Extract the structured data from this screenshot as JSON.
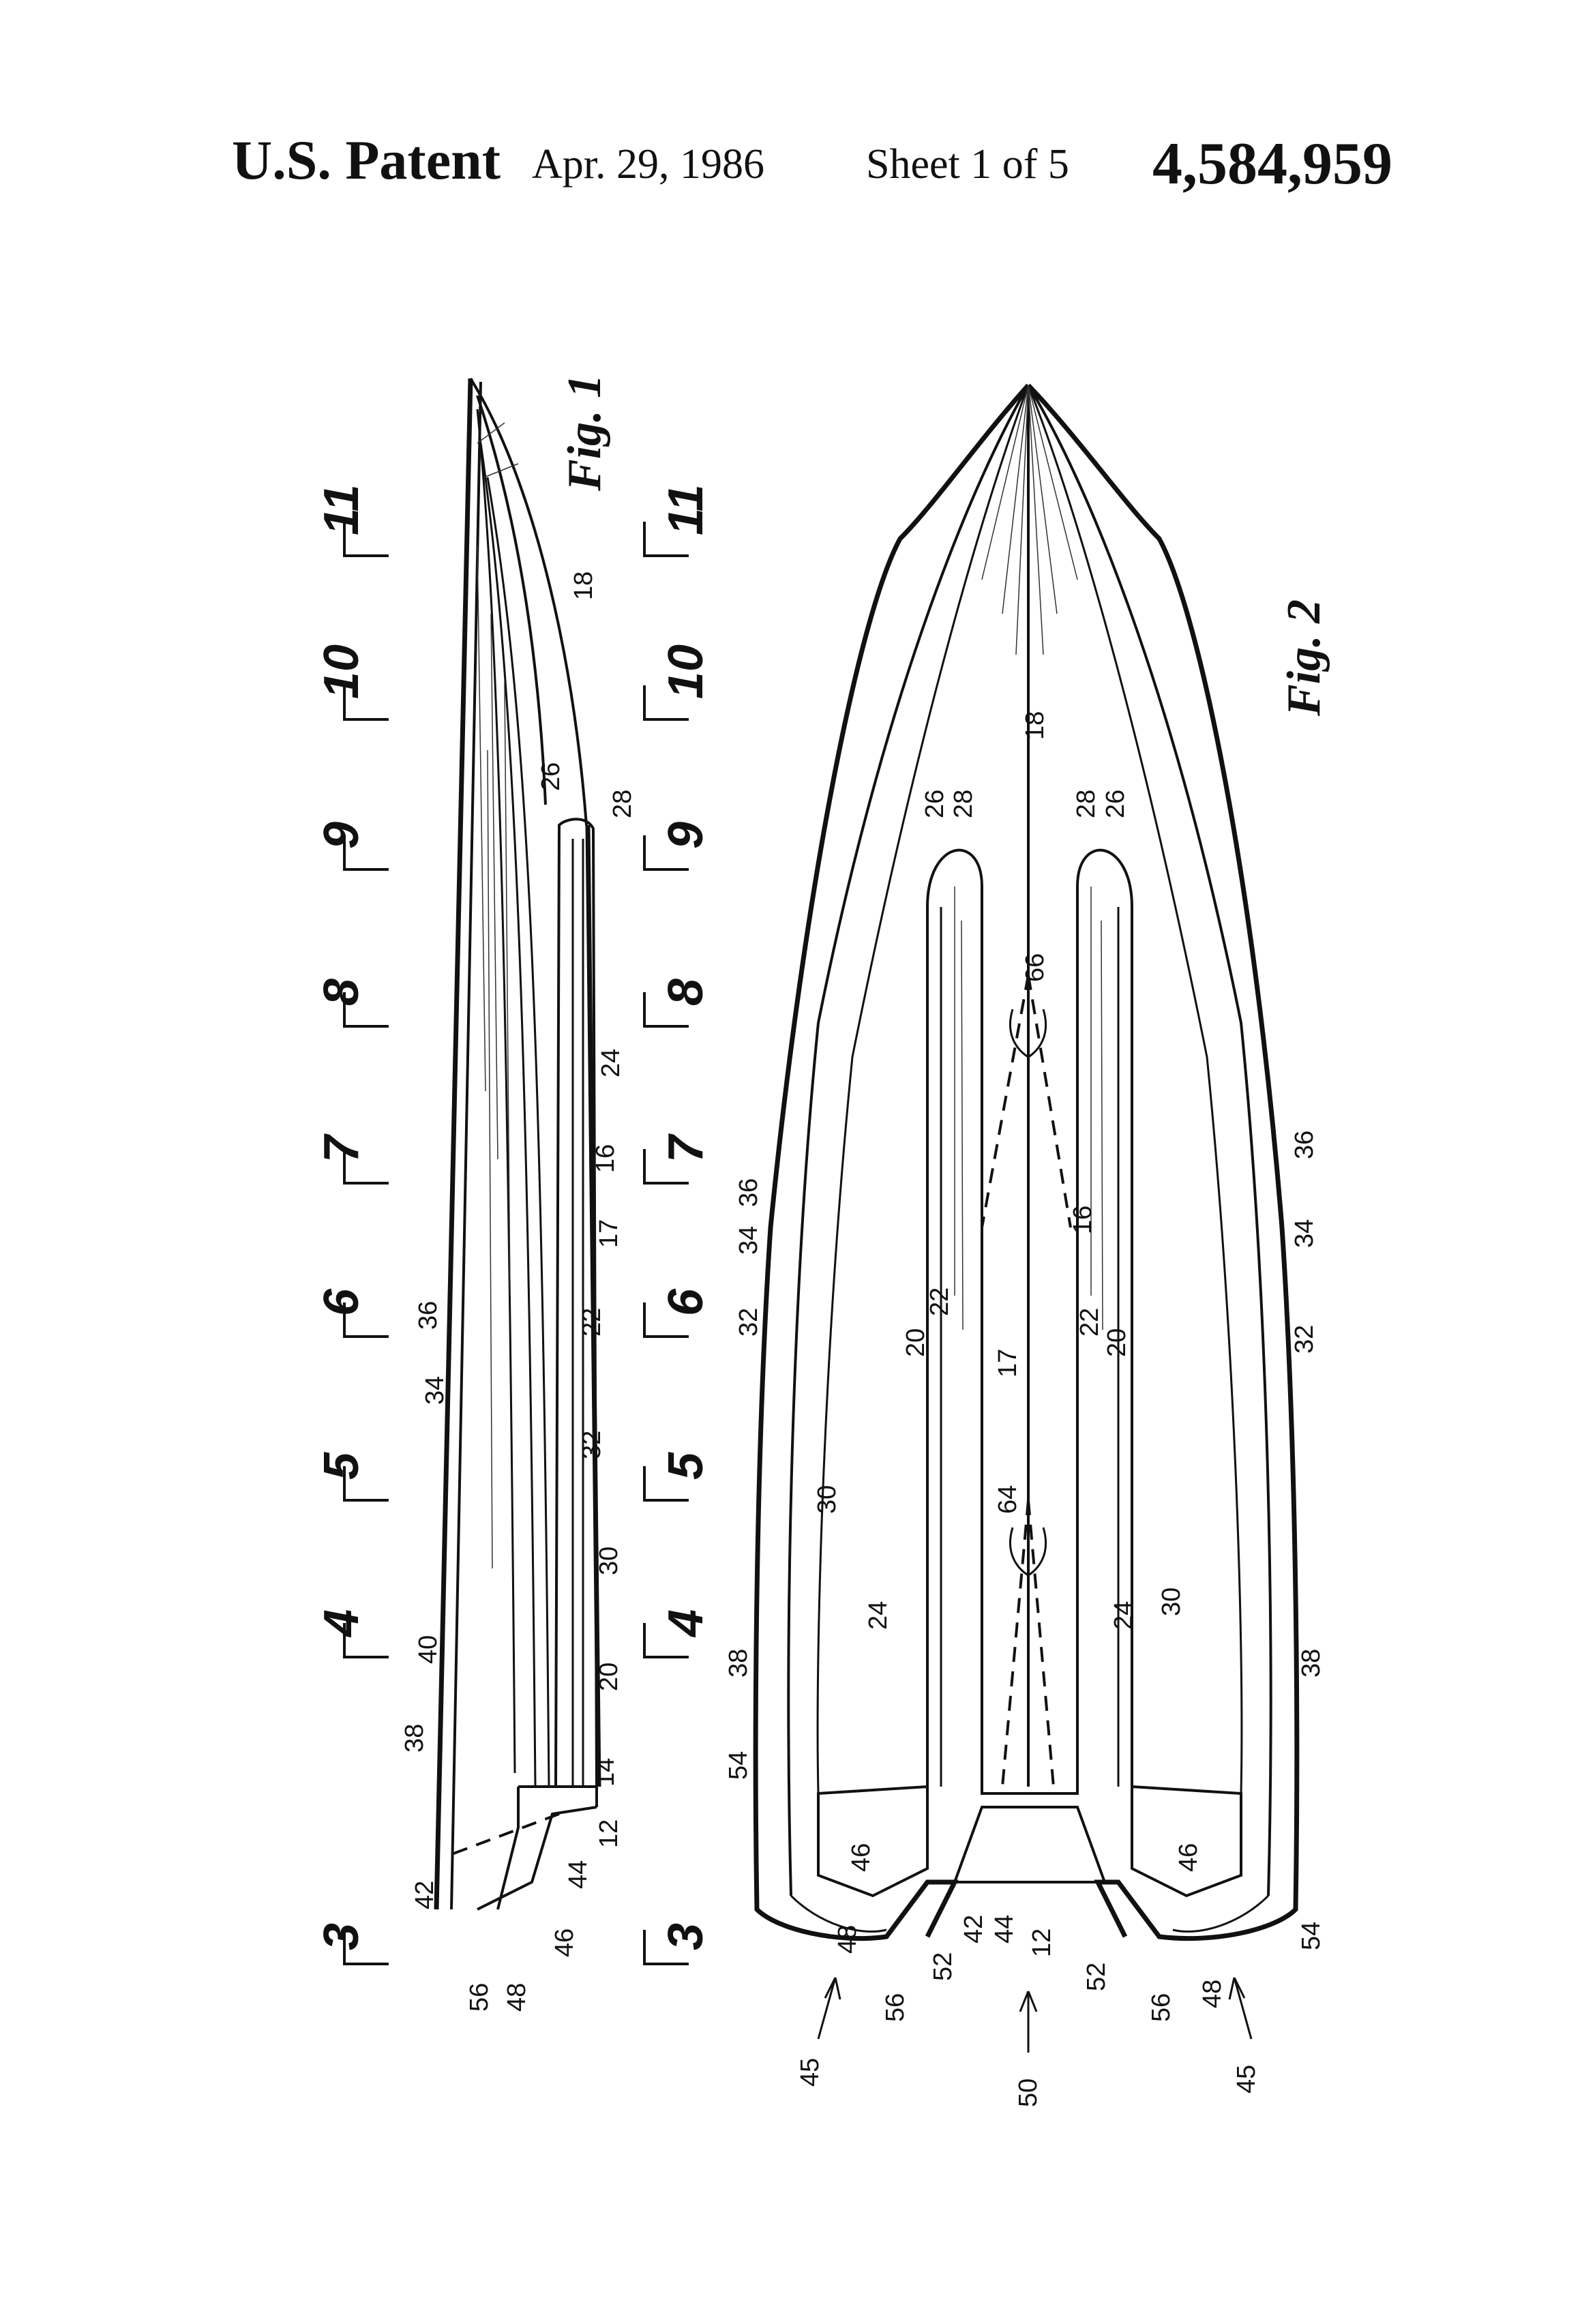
{
  "header": {
    "label": "U.S. Patent",
    "date": "Apr. 29, 1986",
    "sheet": "Sheet 1 of 5",
    "number": "4,584,959"
  },
  "figures": {
    "fig1": {
      "label": "Fig. 1"
    },
    "fig2": {
      "label": "Fig. 2"
    }
  },
  "section_marks": [
    "3",
    "4",
    "5",
    "6",
    "7",
    "8",
    "9",
    "10",
    "11"
  ],
  "fig1_refs": {
    "r18": "18",
    "r26": "26",
    "r28": "28",
    "r24": "24",
    "r16": "16",
    "r17": "17",
    "r36": "36",
    "r22": "22",
    "r34": "34",
    "r32": "32",
    "r30": "30",
    "r40": "40",
    "r20": "20",
    "r38": "38",
    "r14": "14",
    "r12": "12",
    "r44": "44",
    "r42": "42",
    "r46": "46",
    "r56": "56",
    "r48": "48"
  },
  "fig2_refs": {
    "r18": "18",
    "r26a": "26",
    "r28a": "28",
    "r28b": "28",
    "r26b": "26",
    "r66": "66",
    "r16": "16",
    "r36a": "36",
    "r34a": "34",
    "r32a": "32",
    "r36b": "36",
    "r34b": "34",
    "r32b": "32",
    "r22a": "22",
    "r20a": "20",
    "r17": "17",
    "r22b": "22",
    "r20b": "20",
    "r64": "64",
    "r30a": "30",
    "r24a": "24",
    "r24b": "24",
    "r30b": "30",
    "r38a": "38",
    "r38b": "38",
    "r54a": "54",
    "r54b": "54",
    "r46a": "46",
    "r46b": "46",
    "r42": "42",
    "r44": "44",
    "r12": "12",
    "r48a": "48",
    "r48b": "48",
    "r52a": "52",
    "r52b": "52",
    "r56a": "56",
    "r56b": "56",
    "r45a": "45",
    "r45b": "45",
    "r50": "50"
  }
}
